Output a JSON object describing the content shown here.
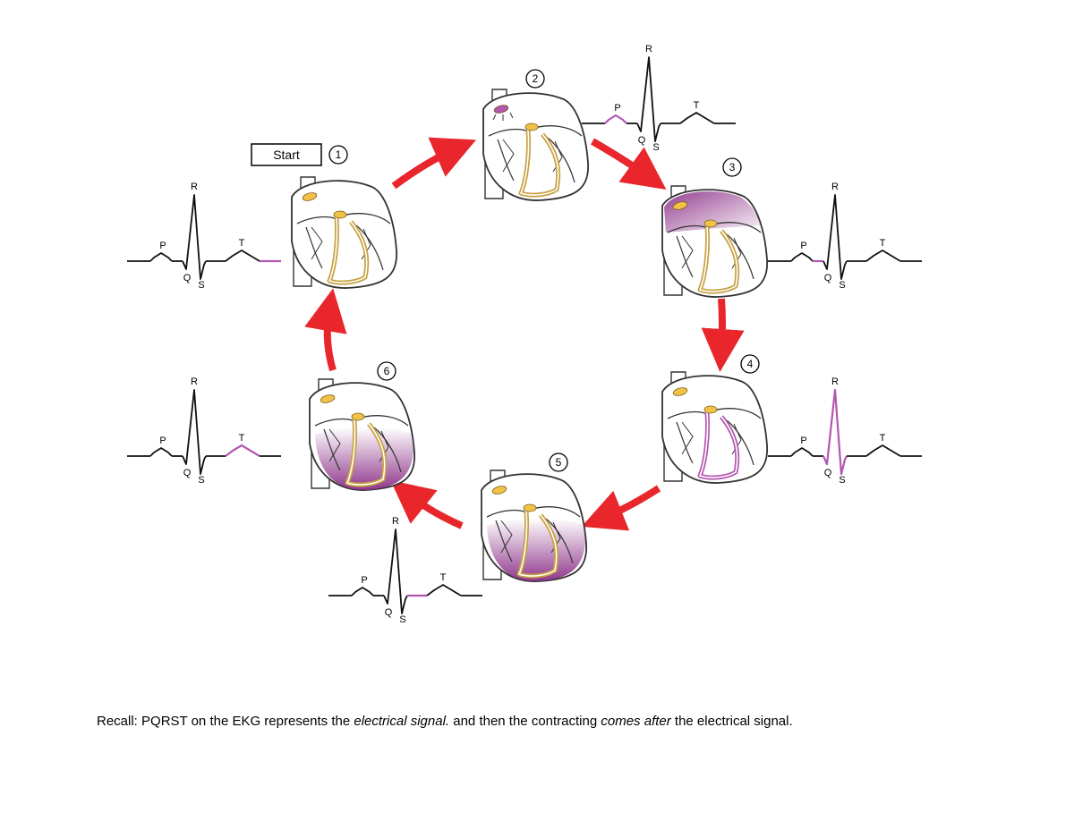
{
  "start_label": "Start",
  "steps": [
    {
      "number": "1",
      "highlight": "tp"
    },
    {
      "number": "2",
      "highlight": "p"
    },
    {
      "number": "3",
      "highlight": "pq"
    },
    {
      "number": "4",
      "highlight": "qrs"
    },
    {
      "number": "5",
      "highlight": "st"
    },
    {
      "number": "6",
      "highlight": "t"
    }
  ],
  "wave_labels": {
    "p": "P",
    "q": "Q",
    "r": "R",
    "s": "S",
    "t": "T"
  },
  "colors": {
    "arrow": "#e8262b",
    "highlight": "#b356b0",
    "purple_fill": "#8a2d86",
    "node": "#f2c247",
    "bundle": "#c7a040"
  },
  "caption": {
    "part1": "Recall: PQRST on the EKG represents the ",
    "em1": "electrical signal.",
    "part2": "  and then the contracting ",
    "em2": "comes after",
    "part3": " the electrical signal."
  }
}
